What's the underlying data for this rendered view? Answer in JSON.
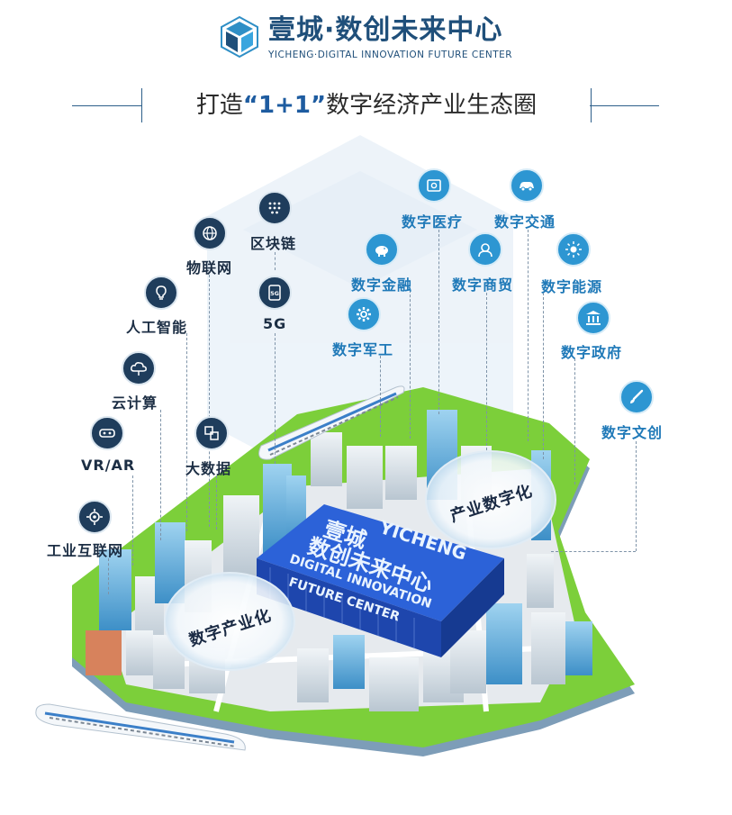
{
  "header": {
    "title": "壹城·数创未来中心",
    "subtitle": "YICHENG·DIGITAL INNOVATION FUTURE CENTER"
  },
  "slogan": {
    "prefix": "打造",
    "highlight": "“1+1”",
    "suffix": "数字经济产业生态圈"
  },
  "labels": {
    "industrial_internet": "工业互联网",
    "vr_ar": "VR/AR",
    "cloud_computing": "云计算",
    "ai": "人工智能",
    "iot": "物联网",
    "big_data": "大数据",
    "blockchain": "区块链",
    "five_g": "5G",
    "digital_military": "数字军工",
    "digital_finance": "数字金融",
    "digital_medical": "数字医疗",
    "digital_commerce": "数字商贸",
    "digital_transport": "数字交通",
    "digital_energy": "数字能源",
    "digital_government": "数字政府",
    "digital_culture": "数字文创"
  },
  "map": {
    "bubble_left": "数字产业化",
    "bubble_right": "产业数字化",
    "center_cn_1": "壹城",
    "center_en_1": "YICHENG",
    "center_cn_2": "数创未来中心",
    "center_en_2": "DIGITAL INNOVATION",
    "center_en_3": "FUTURE CENTER"
  },
  "colors": {
    "brand": "#1f4f7a",
    "accent": "#1e5ca0",
    "dark_icon": "#1f3d5c",
    "blue_icon": "#2d96d2",
    "grass": "#7ccf3a"
  }
}
